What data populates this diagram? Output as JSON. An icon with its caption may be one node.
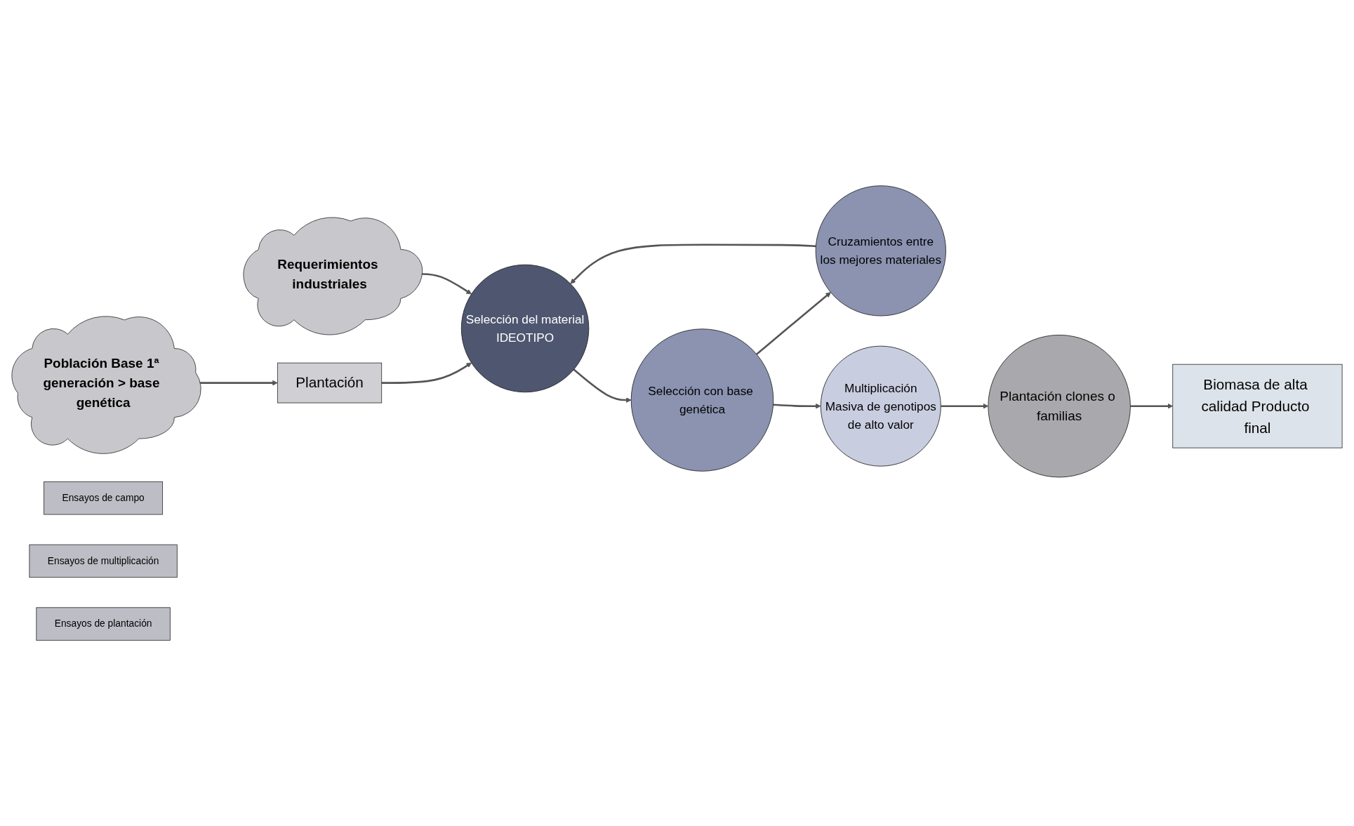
{
  "diagram": {
    "nodes": [
      {
        "text": [
          "Población Base 1ª generación > base genética"
        ]
      },
      {
        "text": [
          "Plantación"
        ]
      },
      {
        "text": [
          "Selección del material",
          "IDEOTIPO"
        ]
      },
      {
        "text": [
          "Requerimientos industriales"
        ]
      },
      {
        "text": [
          "Ensayos de campo"
        ]
      },
      {
        "text": [
          "Selección con base genética"
        ]
      },
      {
        "text": [
          "Cruzamientos entre",
          "los mejores materiales"
        ]
      },
      {
        "text": [
          "Ensayos de multiplicación"
        ]
      },
      {
        "text": [
          "Multiplicación",
          "Masiva de genotipos",
          "de alto valor"
        ]
      },
      {
        "text": [
          "Plantación clones o familias"
        ]
      },
      {
        "text": [
          "Ensayos de plantación"
        ]
      },
      {
        "text": [
          "Biomasa de alta calidad Producto final"
        ]
      }
    ],
    "edges": [
      {
        "from": 0,
        "to": 1,
        "arrow": "to"
      },
      {
        "from": 1,
        "to": 2,
        "arrow": "to"
      },
      {
        "from": 3,
        "to": 2,
        "arrow": "to"
      },
      {
        "from": 2,
        "to": 5,
        "arrow": "to"
      },
      {
        "from": 5,
        "to": 6,
        "arrow": "to"
      },
      {
        "from": 6,
        "to": 2,
        "arrow": "to"
      },
      {
        "from": 5,
        "to": 8,
        "arrow": "to"
      },
      {
        "from": 8,
        "to": 9,
        "arrow": "to"
      },
      {
        "from": 9,
        "to": 11,
        "arrow": "to"
      }
    ]
  }
}
